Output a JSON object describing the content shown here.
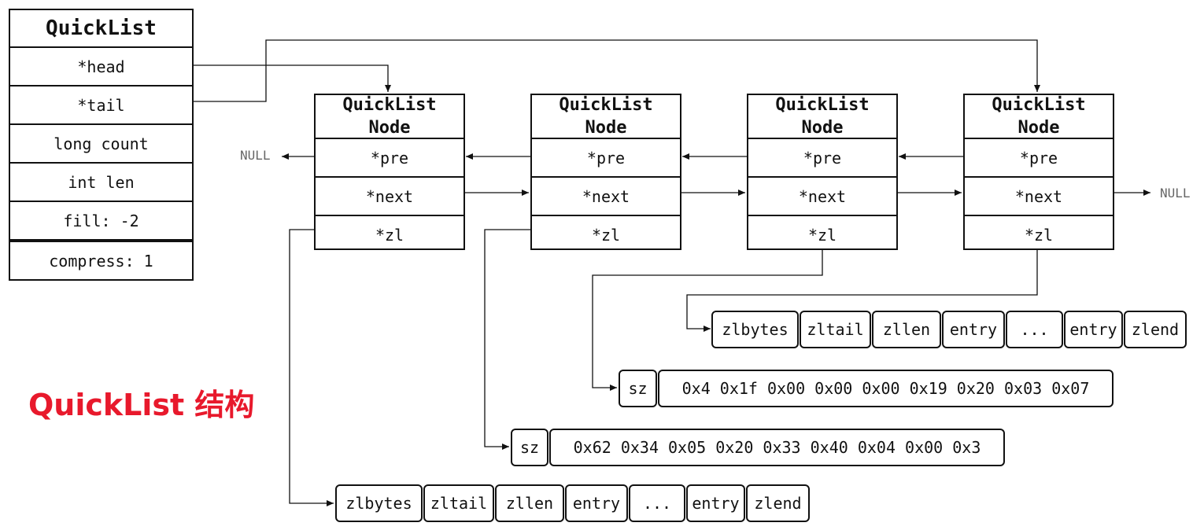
{
  "title": "QuickList 结构",
  "quicklist": {
    "name": "QuickList",
    "fields": [
      "*head",
      "*tail",
      "long count",
      "int len",
      "fill: -2",
      "compress: 1"
    ]
  },
  "node": {
    "title_line1": "QuickList",
    "title_line2": "Node",
    "fields": [
      "*pre",
      "*next",
      "*zl"
    ]
  },
  "null_label": "NULL",
  "ziplist": [
    "zlbytes",
    "zltail",
    "zllen",
    "entry",
    "...",
    "entry",
    "zlend"
  ],
  "compressed_1": {
    "sz": "sz",
    "bytes": "0x4 0x1f 0x00 0x00 0x00 0x19 0x20 0x03 0x07"
  },
  "compressed_2": {
    "sz": "sz",
    "bytes": "0x62 0x34 0x05 0x20 0x33 0x40 0x04 0x00 0x3"
  }
}
